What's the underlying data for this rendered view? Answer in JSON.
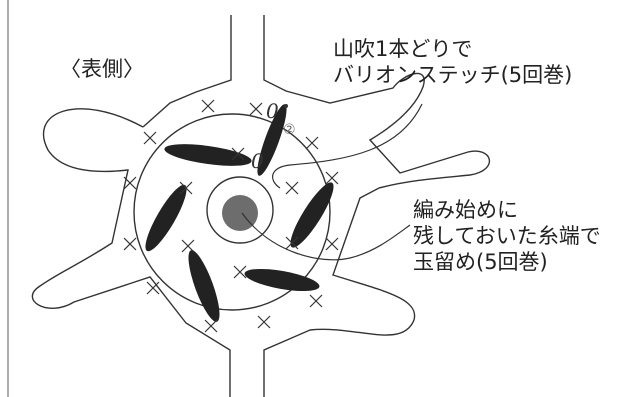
{
  "labels": {
    "side": "〈表側〉",
    "callout_top": {
      "line1": "山吹1本どりで",
      "line2": "バリオンステッチ(5回巻)"
    },
    "callout_mid": {
      "line1": "編み始めに",
      "line2": "残しておいた糸端で",
      "line3": "玉留め(5回巻)"
    },
    "annotations": {
      "stitch_symbol": "0",
      "step_number": "②"
    }
  },
  "colors": {
    "line": "#333333",
    "bullion": "#222222",
    "center": "#6d6d6d",
    "text": "#222222"
  }
}
